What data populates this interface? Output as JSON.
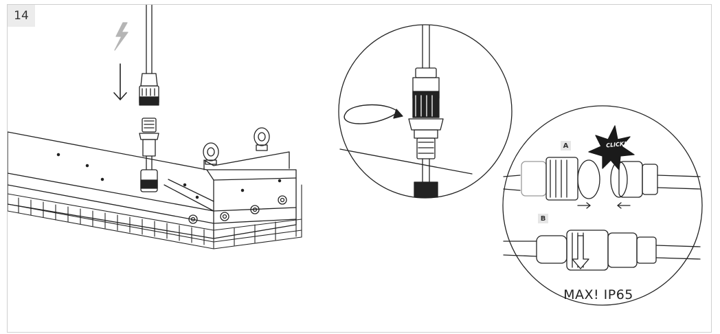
{
  "step": {
    "number": "14"
  },
  "detail": {
    "label_a": "A",
    "label_b": "B",
    "click": "CLICK!",
    "rating": "MAX! IP65"
  },
  "icons": {
    "power": "lightning-bolt-icon",
    "insert": "arrow-down-icon",
    "rotate": "rotate-arrow-icon",
    "push_right": "arrow-right-icon",
    "push_left": "arrow-left-icon",
    "tighten": "arrow-down-icon"
  },
  "colors": {
    "line": "#222222",
    "bolt": "#b5b5b5",
    "badge": "#ececec",
    "star": "#1a1a1a"
  }
}
